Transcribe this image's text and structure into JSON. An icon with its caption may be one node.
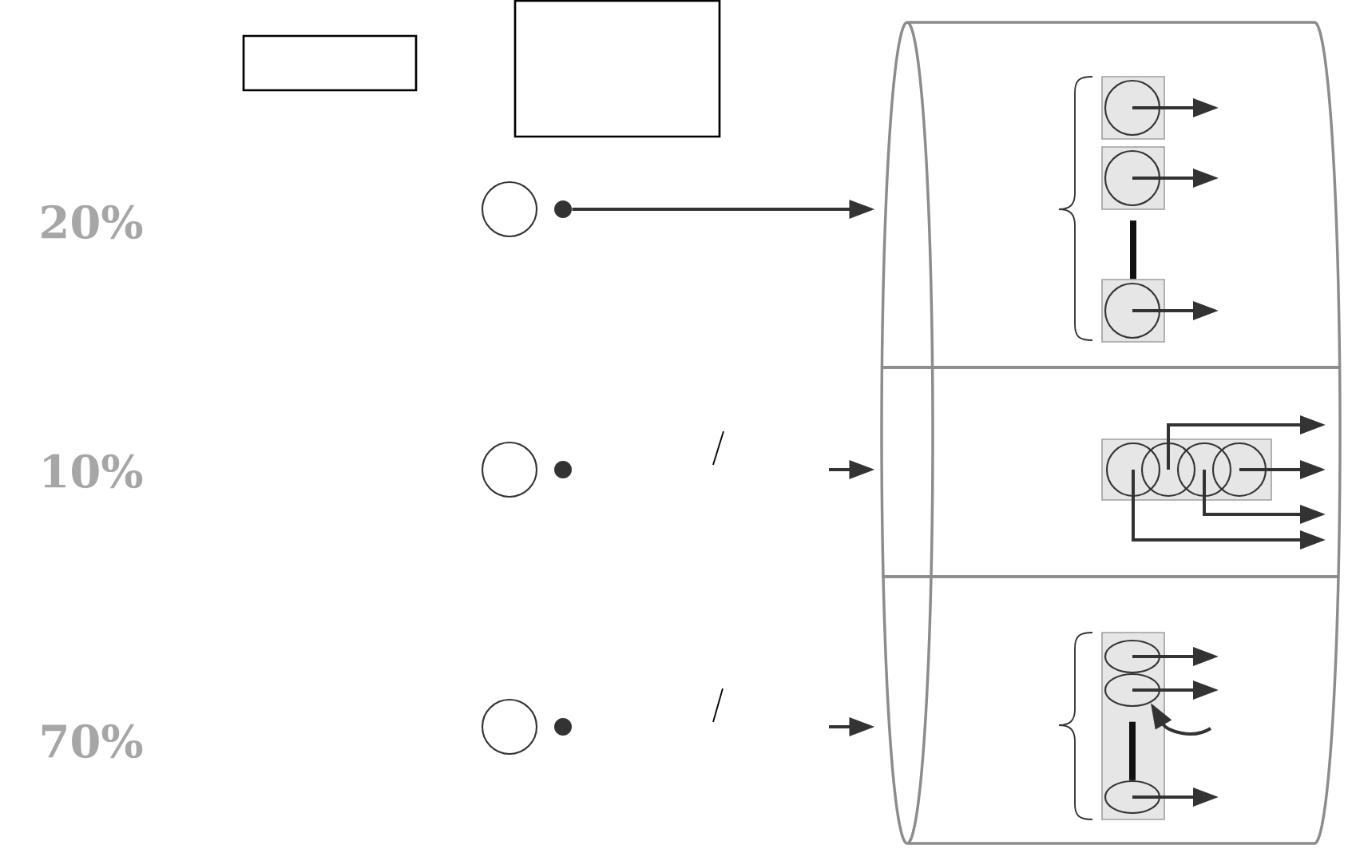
{
  "diagram": {
    "nodes": [
      {
        "text": [],
        "shape": "box"
      },
      {
        "text": [],
        "shape": "box"
      },
      {
        "text": [],
        "shape": "circle"
      },
      {
        "text": [],
        "shape": "dot"
      },
      {
        "text": [],
        "shape": "circle"
      },
      {
        "text": [],
        "shape": "dot"
      },
      {
        "text": [],
        "shape": "circle"
      },
      {
        "text": [],
        "shape": "dot"
      },
      {
        "text": [],
        "shape": "band"
      },
      {
        "text": [],
        "shape": "box",
        "in": 8
      },
      {
        "text": [],
        "shape": "circle",
        "in": 9
      },
      {
        "text": [],
        "shape": "box",
        "in": 8
      },
      {
        "text": [],
        "shape": "circle",
        "in": 11
      },
      {
        "text": [],
        "shape": "box",
        "in": 8
      },
      {
        "text": [],
        "shape": "circle",
        "in": 13
      },
      {
        "text": [],
        "shape": "band"
      },
      {
        "text": [],
        "shape": "box",
        "in": 15
      },
      {
        "text": [],
        "shape": "circle",
        "in": 16
      },
      {
        "text": [],
        "shape": "circle",
        "in": 16
      },
      {
        "text": [],
        "shape": "circle",
        "in": 16
      },
      {
        "text": [],
        "shape": "circle",
        "in": 16
      },
      {
        "text": [],
        "shape": "band"
      },
      {
        "text": [],
        "shape": "box",
        "in": 21
      },
      {
        "text": [],
        "shape": "ellipse",
        "in": 22
      },
      {
        "text": [],
        "shape": "ellipse",
        "in": 22
      },
      {
        "text": [],
        "shape": "ellipse",
        "in": 22
      }
    ],
    "edges": [
      {
        "from": 3,
        "to": 8,
        "arrow": "to"
      },
      {
        "from": null,
        "to": 15,
        "arrow": "to"
      },
      {
        "from": null,
        "to": 21,
        "arrow": "to"
      },
      {
        "from": 10,
        "to": null,
        "arrow": "to"
      },
      {
        "from": 12,
        "to": null,
        "arrow": "to"
      },
      {
        "from": 14,
        "to": null,
        "arrow": "to"
      },
      {
        "from": 11,
        "to": 13,
        "arrow": "none",
        "style": "thick"
      },
      {
        "from": 17,
        "to": null,
        "arrow": "to"
      },
      {
        "from": 18,
        "to": null,
        "arrow": "to"
      },
      {
        "from": 19,
        "to": null,
        "arrow": "to"
      },
      {
        "from": 20,
        "to": null,
        "arrow": "to"
      },
      {
        "from": 23,
        "to": null,
        "arrow": "to"
      },
      {
        "from": 24,
        "to": null,
        "arrow": "to"
      },
      {
        "from": 25,
        "to": null,
        "arrow": "to"
      },
      {
        "from": 24,
        "to": 25,
        "arrow": "none",
        "style": "thick"
      },
      {
        "from": null,
        "to": 24,
        "arrow": "to"
      }
    ],
    "labels": [
      "20%",
      "10%",
      "70%"
    ]
  }
}
